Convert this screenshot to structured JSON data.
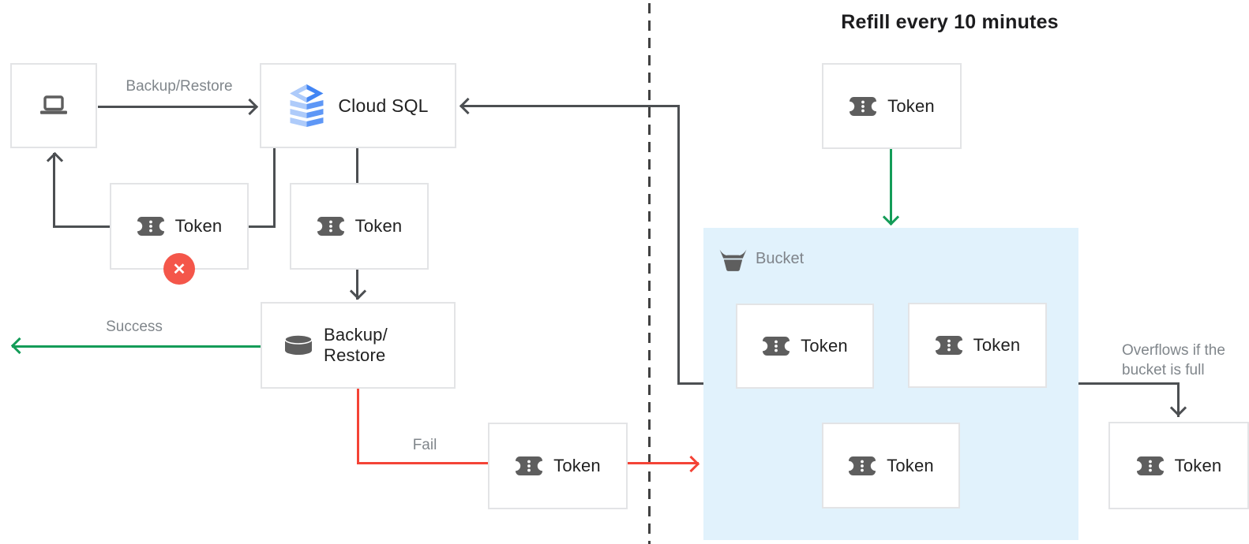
{
  "title": "Refill every 10 minutes",
  "nodes": {
    "client": {
      "icon": "laptop-icon"
    },
    "cloud_sql": {
      "label": "Cloud SQL",
      "icon": "cloud-sql-icon"
    },
    "backup_restore": {
      "line1": "Backup/",
      "line2": "Restore",
      "icon": "database-icon"
    }
  },
  "bucket": {
    "label": "Bucket",
    "icon": "bucket-icon",
    "fill_color": "#E1F2FC"
  },
  "tokens": {
    "items": [
      {
        "id": "rejected-token",
        "label": "Token"
      },
      {
        "id": "cloudsql-token",
        "label": "Token"
      },
      {
        "id": "refill-token",
        "label": "Token"
      },
      {
        "id": "bucket-token-1",
        "label": "Token"
      },
      {
        "id": "bucket-token-2",
        "label": "Token"
      },
      {
        "id": "bucket-token-3",
        "label": "Token"
      },
      {
        "id": "fail-token",
        "label": "Token"
      },
      {
        "id": "overflow-token",
        "label": "Token"
      }
    ]
  },
  "edges": {
    "backup_restore": {
      "label": "Backup/Restore",
      "color": "#4C4F52"
    },
    "success": {
      "label": "Success",
      "color": "#149C58"
    },
    "fail": {
      "label": "Fail",
      "color": "#F44336"
    },
    "refill": {
      "color": "#149C58"
    },
    "cloudsql_feed": {
      "color": "#4C4F52"
    },
    "overflow": {
      "label_line1": "Overflows if the",
      "label_line2": "bucket is full",
      "color": "#4C4F52"
    }
  },
  "badge": {
    "symbol": "✕",
    "color": "#F4564A"
  },
  "colors": {
    "line_gray": "#4C4F52",
    "green": "#149C58",
    "red": "#F44336",
    "badge_red": "#F4564A",
    "bucket_fill": "#E1F2FC",
    "box_border": "#E3E4E6",
    "text_dark": "#212121",
    "text_gray": "#80868B",
    "icon_gray": "#5E5E5E",
    "cloud_sql_blue": "#4285F4",
    "cloud_sql_light_blue": "#AECBFA",
    "divider_gray": "#424242"
  }
}
